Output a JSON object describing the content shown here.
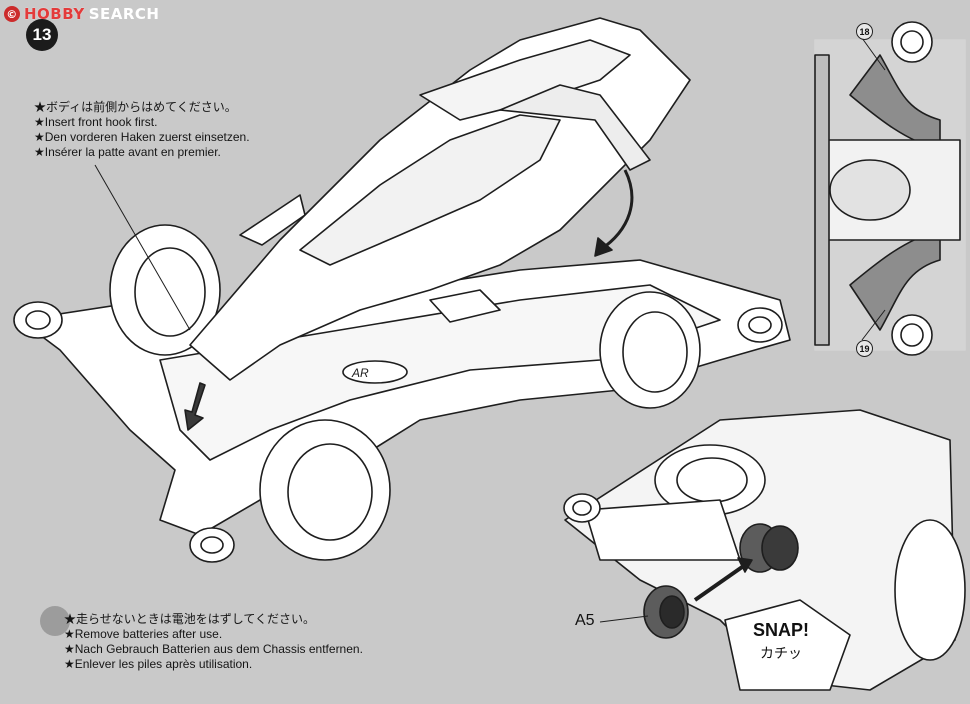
{
  "watermark": {
    "logo_letter": "©",
    "part_a": "HOBBY",
    "part_b": "SEARCH"
  },
  "step": {
    "number": "13"
  },
  "instruction_top": {
    "jp": "★ボディは前側からはめてください。",
    "en": "★Insert front hook first.",
    "de": "★Den vorderen Haken zuerst einsetzen.",
    "fr": "★Insérer la patte avant en premier."
  },
  "instruction_bottom": {
    "jp": "★走らせないときは電池をはずしてください。",
    "en": "★Remove batteries after use.",
    "de": "★Nach Gebrauch Batterien aus dem Chassis entfernen.",
    "fr": "★Enlever les piles après utilisation."
  },
  "detail_labels": {
    "ring_18": "18",
    "ring_19": "19",
    "part_a5": "A5",
    "snap": "SNAP!",
    "snap_jp": "カチッ",
    "chassis_logo": "AR"
  },
  "colors": {
    "background": "#c9c9c9",
    "line": "#1e1e1e",
    "fill": "#ffffff"
  }
}
